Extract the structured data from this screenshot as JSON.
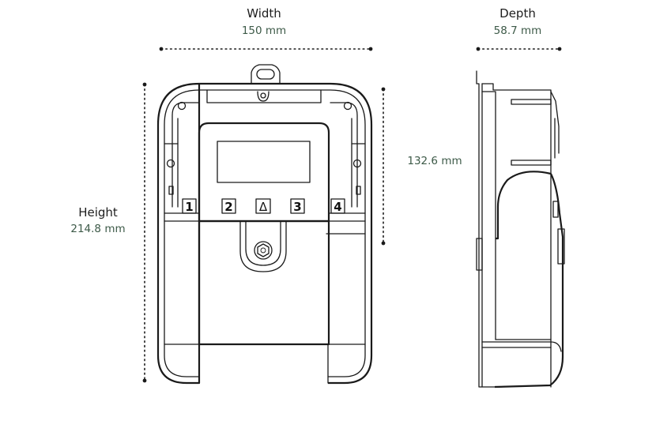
{
  "width": {
    "title": "Width",
    "value": "150 mm"
  },
  "depth": {
    "title": "Depth",
    "value": "58.7 mm"
  },
  "height": {
    "title": "Height",
    "value": "214.8 mm"
  },
  "inner_height": {
    "value": "132.6 mm"
  },
  "keys": [
    "1",
    "2",
    "Δ",
    "3",
    "4"
  ]
}
